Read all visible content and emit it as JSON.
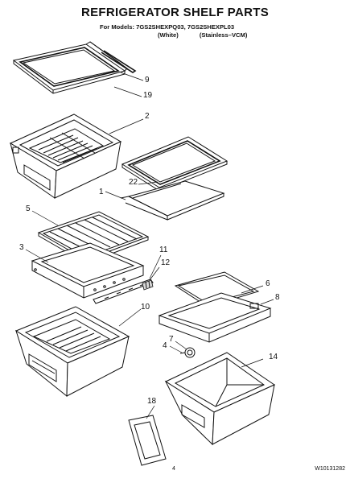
{
  "title": "REFRIGERATOR SHELF PARTS",
  "models_line": "For Models: 7GS2SHEXPQ03, 7GS2SHEXPL03",
  "variants": [
    "(White)",
    "(Stainless–VCM)"
  ],
  "callouts": {
    "c9": "9",
    "c19": "19",
    "c2": "2",
    "c22": "22",
    "c1": "1",
    "c5": "5",
    "c3": "3",
    "c11": "11",
    "c12": "12",
    "c6": "6",
    "c8": "8",
    "c10": "10",
    "c7": "7",
    "c4": "4",
    "c14": "14",
    "c18": "18"
  },
  "footer": {
    "page_number": "4",
    "doc_number": "W10131282"
  }
}
